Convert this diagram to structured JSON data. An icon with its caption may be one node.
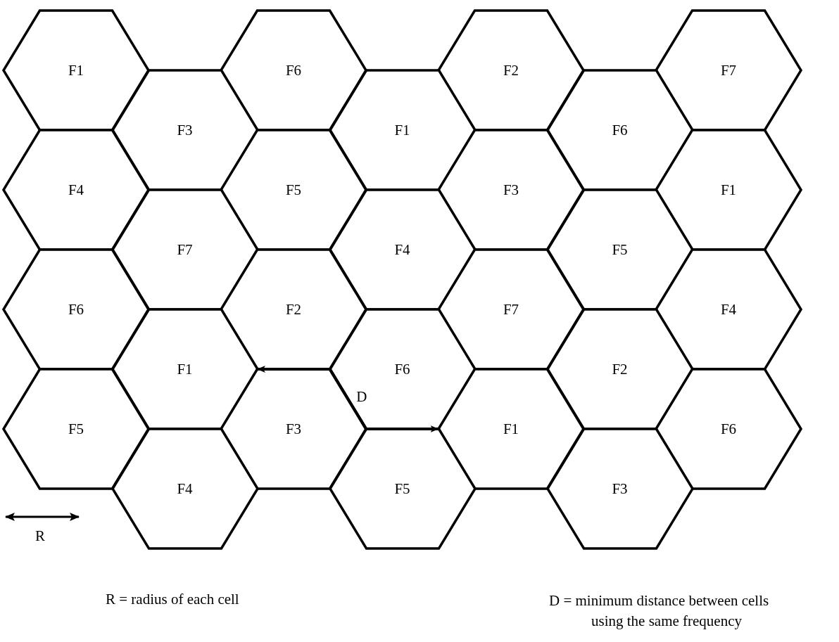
{
  "diagram": {
    "nodes": [
      {
        "text": [
          "F1"
        ]
      },
      {
        "text": [
          "F6"
        ]
      },
      {
        "text": [
          "F2"
        ]
      },
      {
        "text": [
          "F7"
        ]
      },
      {
        "text": [
          "F3"
        ]
      },
      {
        "text": [
          "F1"
        ]
      },
      {
        "text": [
          "F6"
        ]
      },
      {
        "text": [
          "F4"
        ]
      },
      {
        "text": [
          "F5"
        ]
      },
      {
        "text": [
          "F3"
        ]
      },
      {
        "text": [
          "F1"
        ]
      },
      {
        "text": [
          "F7"
        ]
      },
      {
        "text": [
          "F4"
        ]
      },
      {
        "text": [
          "F5"
        ]
      },
      {
        "text": [
          "F6"
        ]
      },
      {
        "text": [
          "F2"
        ]
      },
      {
        "text": [
          "F7"
        ]
      },
      {
        "text": [
          "F4"
        ]
      },
      {
        "text": [
          "F1"
        ]
      },
      {
        "text": [
          "F6"
        ]
      },
      {
        "text": [
          "F2"
        ]
      },
      {
        "text": [
          "F5"
        ]
      },
      {
        "text": [
          "F3"
        ]
      },
      {
        "text": [
          "F1"
        ]
      },
      {
        "text": [
          "F6"
        ]
      },
      {
        "text": [
          "F4"
        ]
      },
      {
        "text": [
          "F5"
        ]
      },
      {
        "text": [
          "F3"
        ]
      }
    ],
    "edges": [
      {
        "from": 18,
        "to": 23,
        "arrow": "both",
        "label": "D"
      }
    ],
    "labels": [
      "R",
      "R = radius of each cell",
      "D = minimum distance between cells using the same frequency"
    ]
  }
}
